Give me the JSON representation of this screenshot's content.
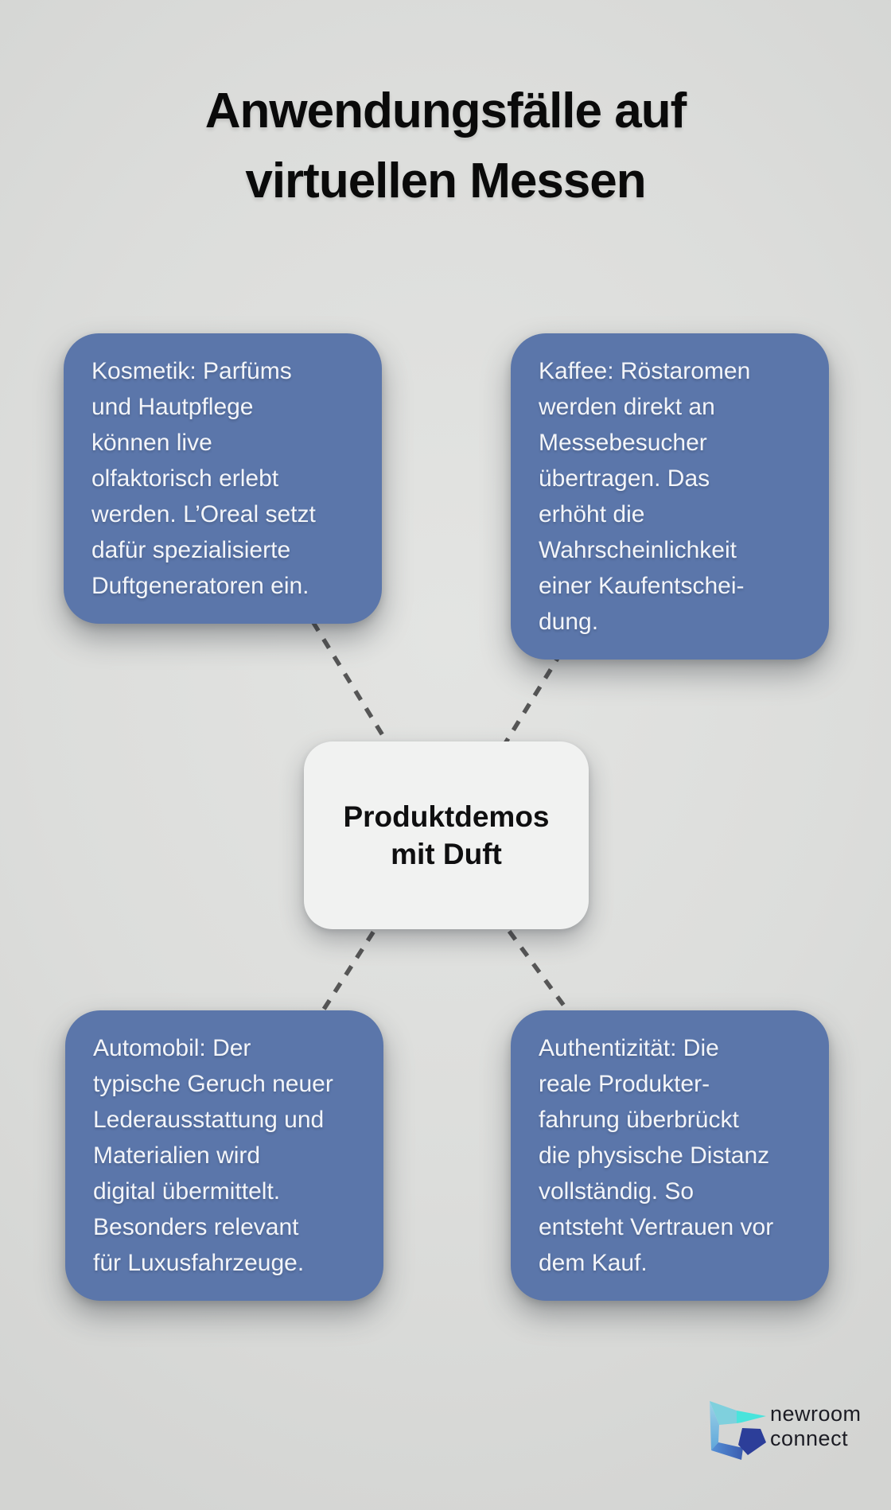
{
  "title": {
    "lines": [
      "Anwendungsfälle auf",
      "virtuellen Messen"
    ]
  },
  "diagram": {
    "center": {
      "lines": [
        "Produktdemos",
        "mit Duft"
      ]
    },
    "nodes": [
      {
        "id": "kosmetik",
        "lines": [
          "Kosmetik: Parfüms",
          "und Hautpflege",
          "können live",
          "olfaktorisch erlebt",
          "werden. L’Oreal setzt",
          "dafür spezialisierte",
          "Duftgeneratoren ein."
        ]
      },
      {
        "id": "kaffee",
        "lines": [
          "Kaffee: Röstaromen",
          "werden direkt an",
          "Messebesucher",
          "übertragen. Das",
          "erhöht die",
          "Wahrscheinlichkeit",
          "einer Kaufentschei-",
          "dung."
        ]
      },
      {
        "id": "automobil",
        "lines": [
          "Automobil: Der",
          "typische Geruch neuer",
          "Lederausstattung und",
          "Materialien wird",
          "digital übermittelt.",
          "Besonders relevant",
          "für Luxusfahrzeuge."
        ]
      },
      {
        "id": "authentizitaet",
        "lines": [
          "Authentizität: Die",
          "reale Produkter-",
          "fahrung überbrückt",
          "die physische Distanz",
          "vollständig. So",
          "entsteht Vertrauen vor",
          "dem Kauf."
        ]
      }
    ]
  },
  "branding": {
    "lines": [
      "newroom",
      "connect"
    ]
  },
  "colors": {
    "background": "#dcdddb",
    "title-text": "#0a0a0a",
    "node-blue": "#5b76aa",
    "node-text": "#f3f5f9",
    "center-bg": "#f1f2f1",
    "center-text": "#0f0f10",
    "connector": "#565656",
    "brand-text": "#1c1c24",
    "logo-cyan": "#7fd0dd",
    "logo-turquoise": "#49e4dc",
    "logo-blue-light": "#9fd3e7",
    "logo-blue": "#5ea6da",
    "logo-blue-mid": "#5590d6",
    "logo-blue-deep": "#3a5cb0",
    "logo-navy": "#2c3e99"
  }
}
